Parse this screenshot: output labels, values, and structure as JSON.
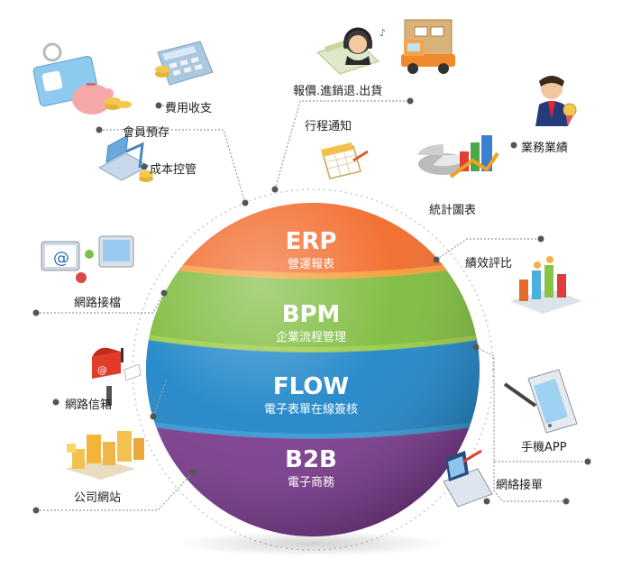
{
  "layers": [
    {
      "code": "ERP",
      "name": "營運報表",
      "color": "#f26a2a"
    },
    {
      "code": "BPM",
      "name": "企業流程管理",
      "color": "#7dbb3c"
    },
    {
      "code": "FLOW",
      "name": "電子表單在線簽核",
      "color": "#1f86c8"
    },
    {
      "code": "B2B",
      "name": "電子商務",
      "color": "#7b3b8e"
    }
  ],
  "features": {
    "expense": "費用收支",
    "member_deposit": "會員預存",
    "cost_control": "成本控管",
    "quote_sales": "報價.進銷退.出貨",
    "schedule": "行程通知",
    "sales_performance": "業務業績",
    "stats_chart": "統計圖表",
    "performance_compare": "績效評比",
    "network_files": "網路接檔",
    "web_mailbox": "網路信箱",
    "company_site": "公司網站",
    "mobile_app": "手機APP",
    "online_orders": "網絡接單"
  },
  "icon_text": {
    "mail_at": "@"
  }
}
